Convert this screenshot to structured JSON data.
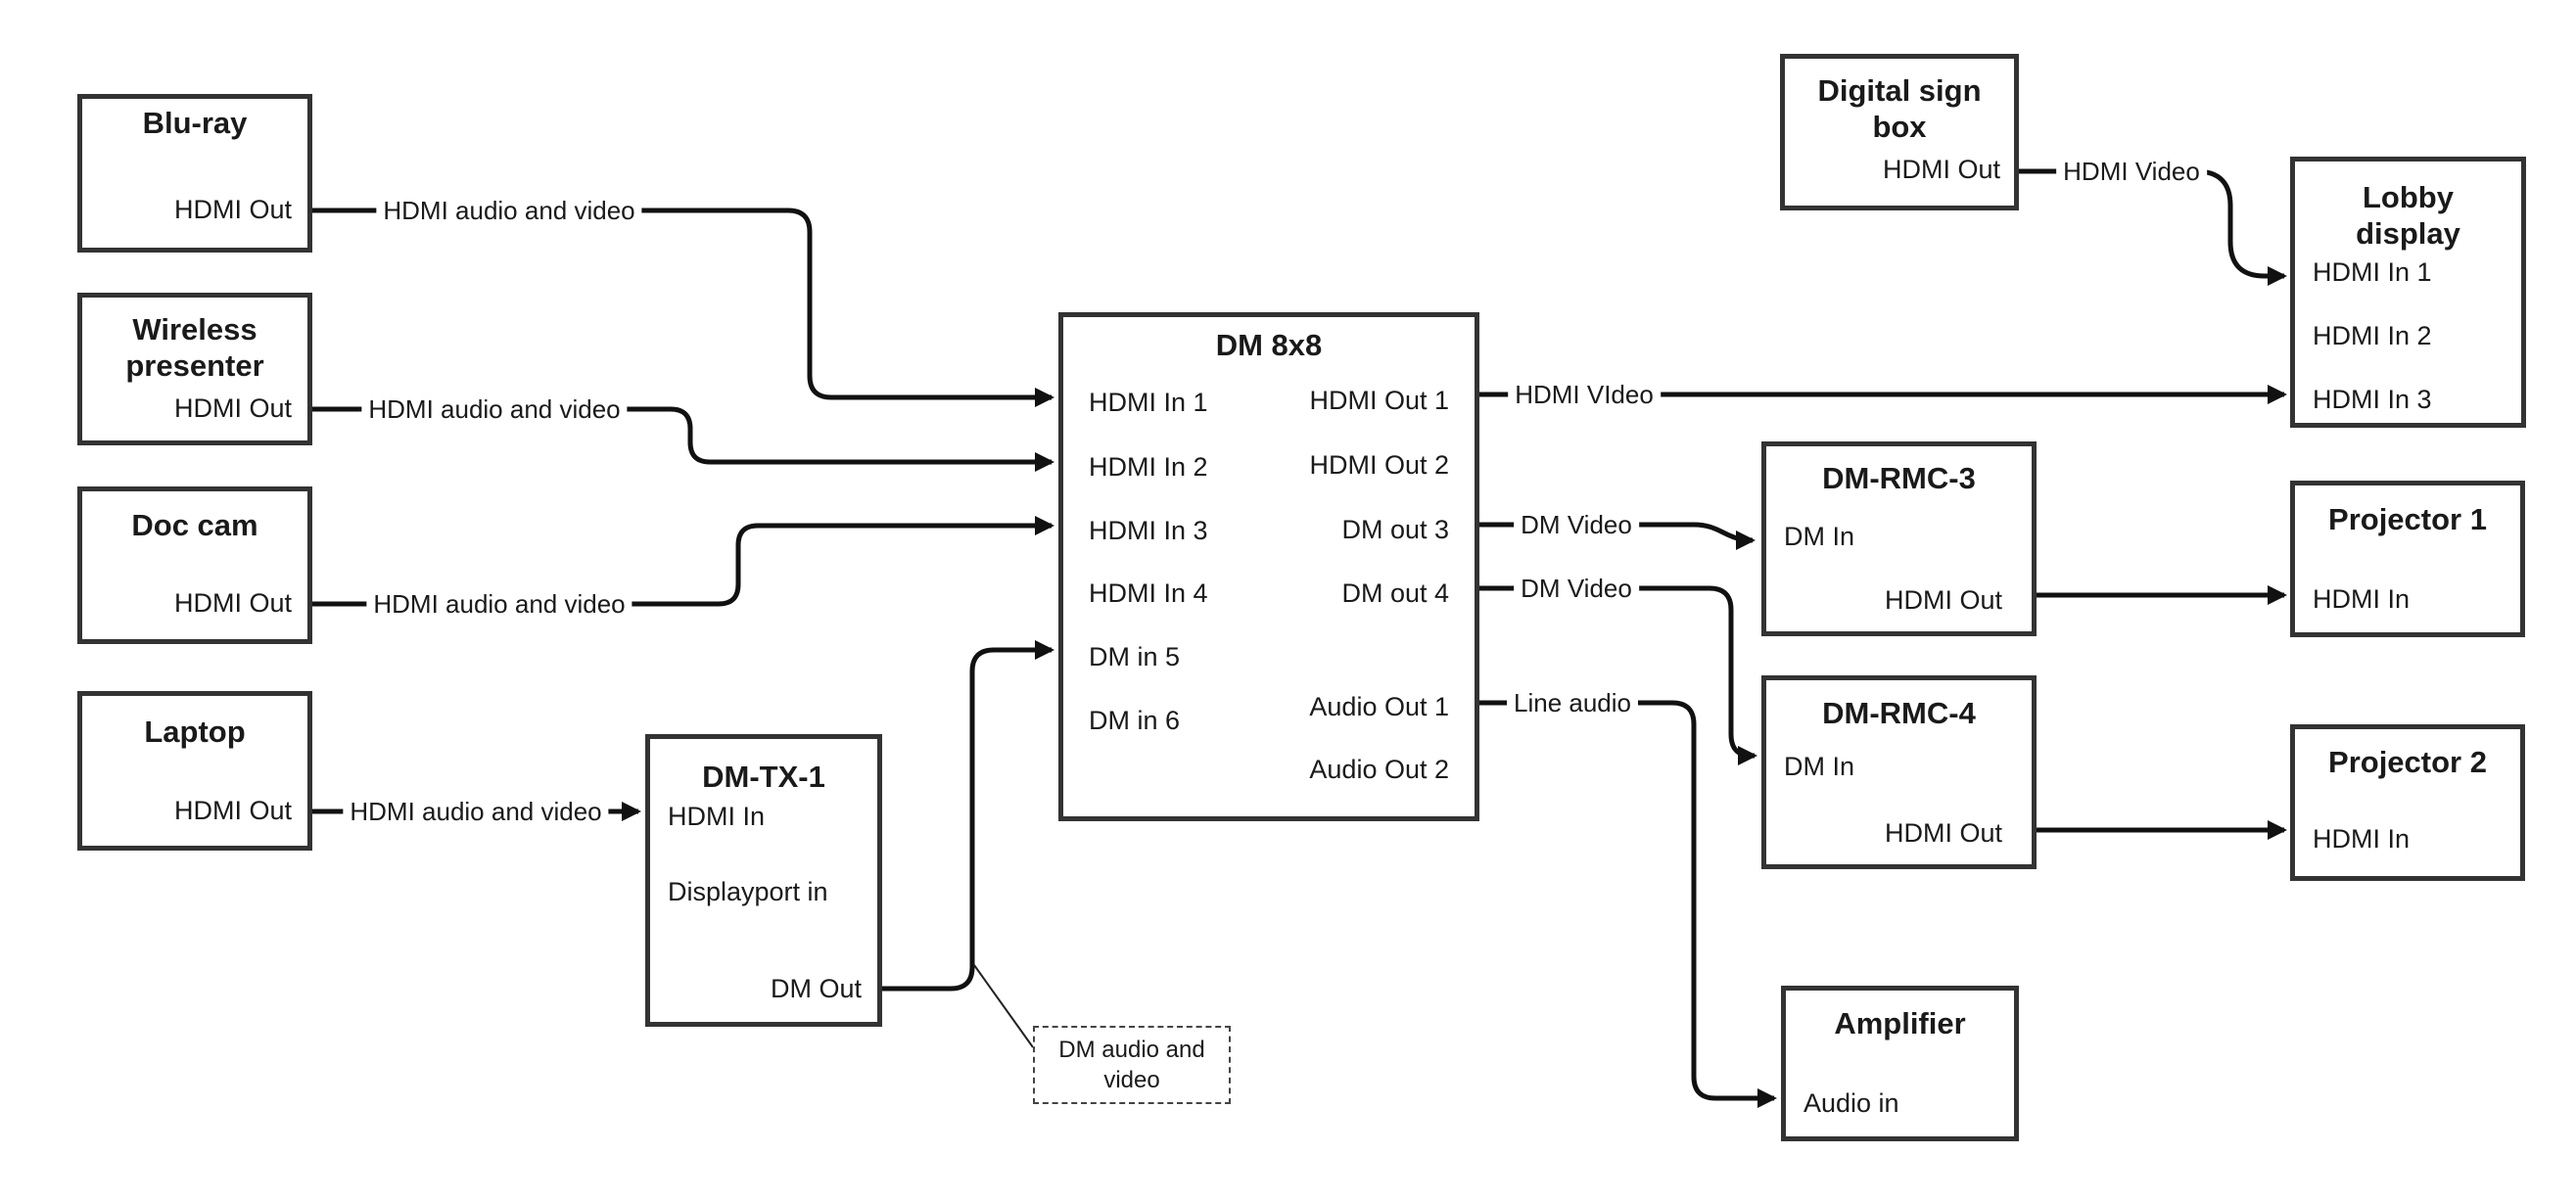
{
  "nodes": {
    "bluray": {
      "title": "Blu-ray",
      "hdmi_out": "HDMI Out"
    },
    "wireless": {
      "title": "Wireless presenter",
      "hdmi_out": "HDMI Out"
    },
    "doccam": {
      "title": "Doc cam",
      "hdmi_out": "HDMI Out"
    },
    "laptop": {
      "title": "Laptop",
      "hdmi_out": "HDMI Out"
    },
    "dmtx1": {
      "title": "DM-TX-1",
      "hdmi_in": "HDMI In",
      "displayport_in": "Displayport in",
      "dm_out": "DM Out"
    },
    "dm8x8": {
      "title": "DM 8x8",
      "hdmi_in_1": "HDMI In 1",
      "hdmi_in_2": "HDMI In 2",
      "hdmi_in_3": "HDMI In 3",
      "hdmi_in_4": "HDMI In 4",
      "dm_in_5": "DM in 5",
      "dm_in_6": "DM in 6",
      "hdmi_out_1": "HDMI Out 1",
      "hdmi_out_2": "HDMI Out 2",
      "dm_out_3": "DM out 3",
      "dm_out_4": "DM out 4",
      "audio_out_1": "Audio Out 1",
      "audio_out_2": "Audio Out 2"
    },
    "digitalsign": {
      "title": "Digital sign box",
      "hdmi_out": "HDMI Out"
    },
    "lobby": {
      "title": "Lobby display",
      "hdmi_in_1": "HDMI In 1",
      "hdmi_in_2": "HDMI In 2",
      "hdmi_in_3": "HDMI In 3"
    },
    "dmrmc3": {
      "title": "DM-RMC-3",
      "dm_in": "DM In",
      "hdmi_out": "HDMI Out"
    },
    "proj1": {
      "title": "Projector 1",
      "hdmi_in": "HDMI In"
    },
    "dmrmc4": {
      "title": "DM-RMC-4",
      "dm_in": "DM In",
      "hdmi_out": "HDMI Out"
    },
    "proj2": {
      "title": "Projector 2",
      "hdmi_in": "HDMI In"
    },
    "amplifier": {
      "title": "Amplifier",
      "audio_in": "Audio in"
    }
  },
  "edge_labels": {
    "bluray_dm8x8": "HDMI audio and video",
    "wireless_dm8x8": "HDMI audio and video",
    "doccam_dm8x8": "HDMI audio and video",
    "laptop_dmtx1": "HDMI audio and video",
    "digitalsign_lobby": "HDMI Video",
    "dm8x8_lobby": "HDMI VIdeo",
    "dm8x8_dmrmc3": "DM Video",
    "dm8x8_dmrmc4": "DM Video",
    "dm8x8_amplifier": "Line audio",
    "annotation": "DM audio and video"
  },
  "colors": {
    "line": "#111111",
    "border": "#333333",
    "text": "#1a1a1a",
    "background": "#ffffff"
  }
}
